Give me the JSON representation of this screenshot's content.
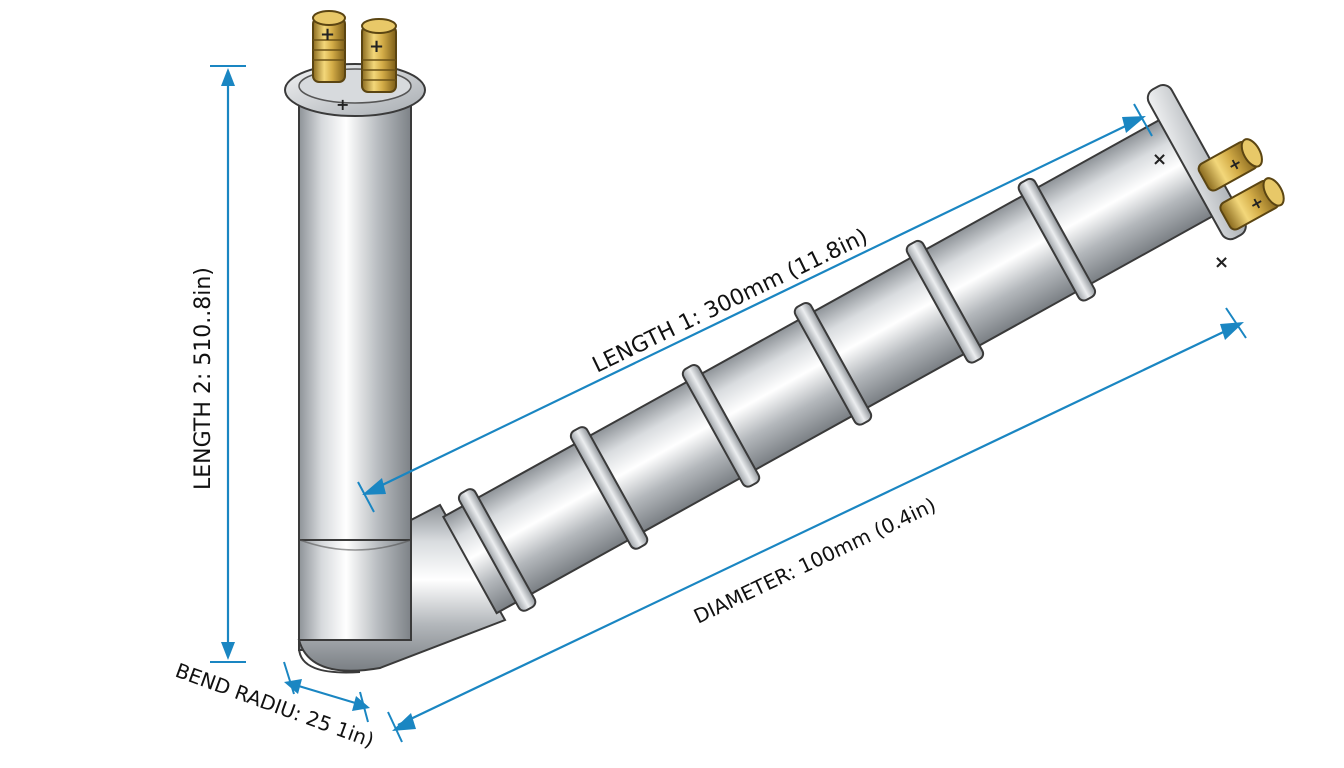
{
  "labels": {
    "length1": "LENGTH 1: 300mm (11.8in)",
    "length2": "LENGTH 2: 510..8in)",
    "diameter": "DIAMETER: 100mm (0.4in)",
    "bend_radius": "BEND RADIU: 25   1in)"
  },
  "terminals": {
    "plus": "+",
    "cross": "×"
  },
  "colors": {
    "dimension": "#1a86c2",
    "steel": "#c9ced3",
    "brass": "#c9a340"
  }
}
